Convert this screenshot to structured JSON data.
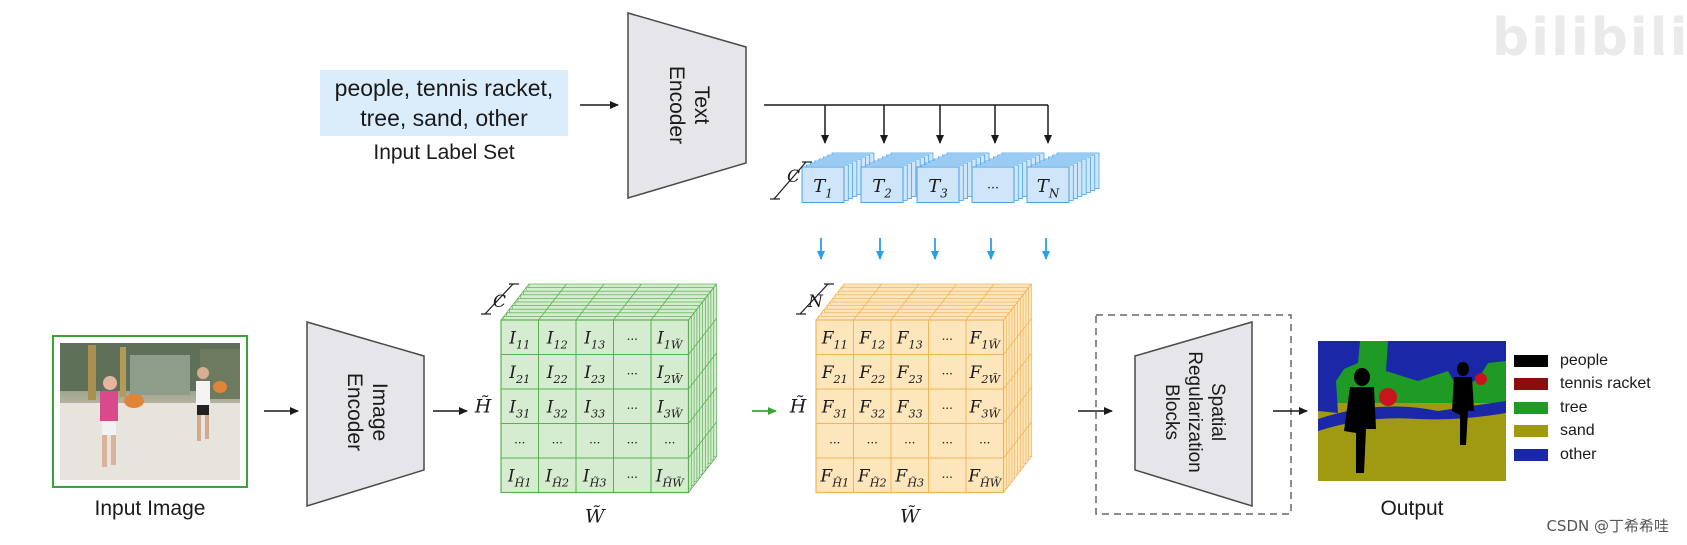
{
  "input_label_set": {
    "lines": [
      "people, tennis racket,",
      "tree, sand, other"
    ],
    "caption": "Input Label Set"
  },
  "text_encoder": {
    "label": "Text Encoder"
  },
  "image_encoder": {
    "label": "Image Encoder"
  },
  "spatial_blocks": {
    "label": "Spatial Regularization Blocks"
  },
  "text_features": {
    "dim_label": "C",
    "tokens": [
      "T1",
      "T2",
      "T3",
      "···",
      "TN"
    ]
  },
  "image_grid": {
    "dim_label": "C",
    "height_label": "H̃",
    "width_label": "W̃",
    "rows": [
      [
        "I11",
        "I12",
        "I13",
        "···",
        "I1W̃"
      ],
      [
        "I21",
        "I22",
        "I23",
        "···",
        "I2W̃"
      ],
      [
        "I31",
        "I32",
        "I33",
        "···",
        "I3W̃"
      ],
      [
        "···",
        "···",
        "···",
        "···",
        "···"
      ],
      [
        "IH̃1",
        "IH̃2",
        "IH̃3",
        "···",
        "IH̃W̃"
      ]
    ]
  },
  "fused_grid": {
    "dim_label": "N",
    "height_label": "H̃",
    "width_label": "W̃",
    "rows": [
      [
        "F11",
        "F12",
        "F13",
        "···",
        "F1W̃"
      ],
      [
        "F21",
        "F22",
        "F23",
        "···",
        "F2W̃"
      ],
      [
        "F31",
        "F32",
        "F33",
        "···",
        "F3W̃"
      ],
      [
        "···",
        "···",
        "···",
        "···",
        "···"
      ],
      [
        "FH̃1",
        "FH̃2",
        "FH̃3",
        "···",
        "FH̃W̃"
      ]
    ]
  },
  "input_image": {
    "caption": "Input Image"
  },
  "output": {
    "caption": "Output",
    "legend": [
      {
        "label": "people",
        "color": "#000000"
      },
      {
        "label": "tennis racket",
        "color": "#8b0d0d"
      },
      {
        "label": "tree",
        "color": "#1f9a25"
      },
      {
        "label": "sand",
        "color": "#a09a12"
      },
      {
        "label": "other",
        "color": "#1a27a6"
      }
    ]
  },
  "colors": {
    "encoder_fill": "#e6e6ea",
    "text_feature_fill": "#cfe6fa",
    "text_feature_stroke": "#4aa3e8",
    "image_grid_fill": "#d6ecd0",
    "image_grid_stroke": "#58b050",
    "fused_grid_fill": "#fde6bb",
    "fused_grid_stroke": "#f0b45a",
    "down_arrow": "#2a9ee8",
    "green_arrow": "#3aa236"
  },
  "watermark": "CSDN @丁希希哇",
  "bili_logo": "bilibili"
}
